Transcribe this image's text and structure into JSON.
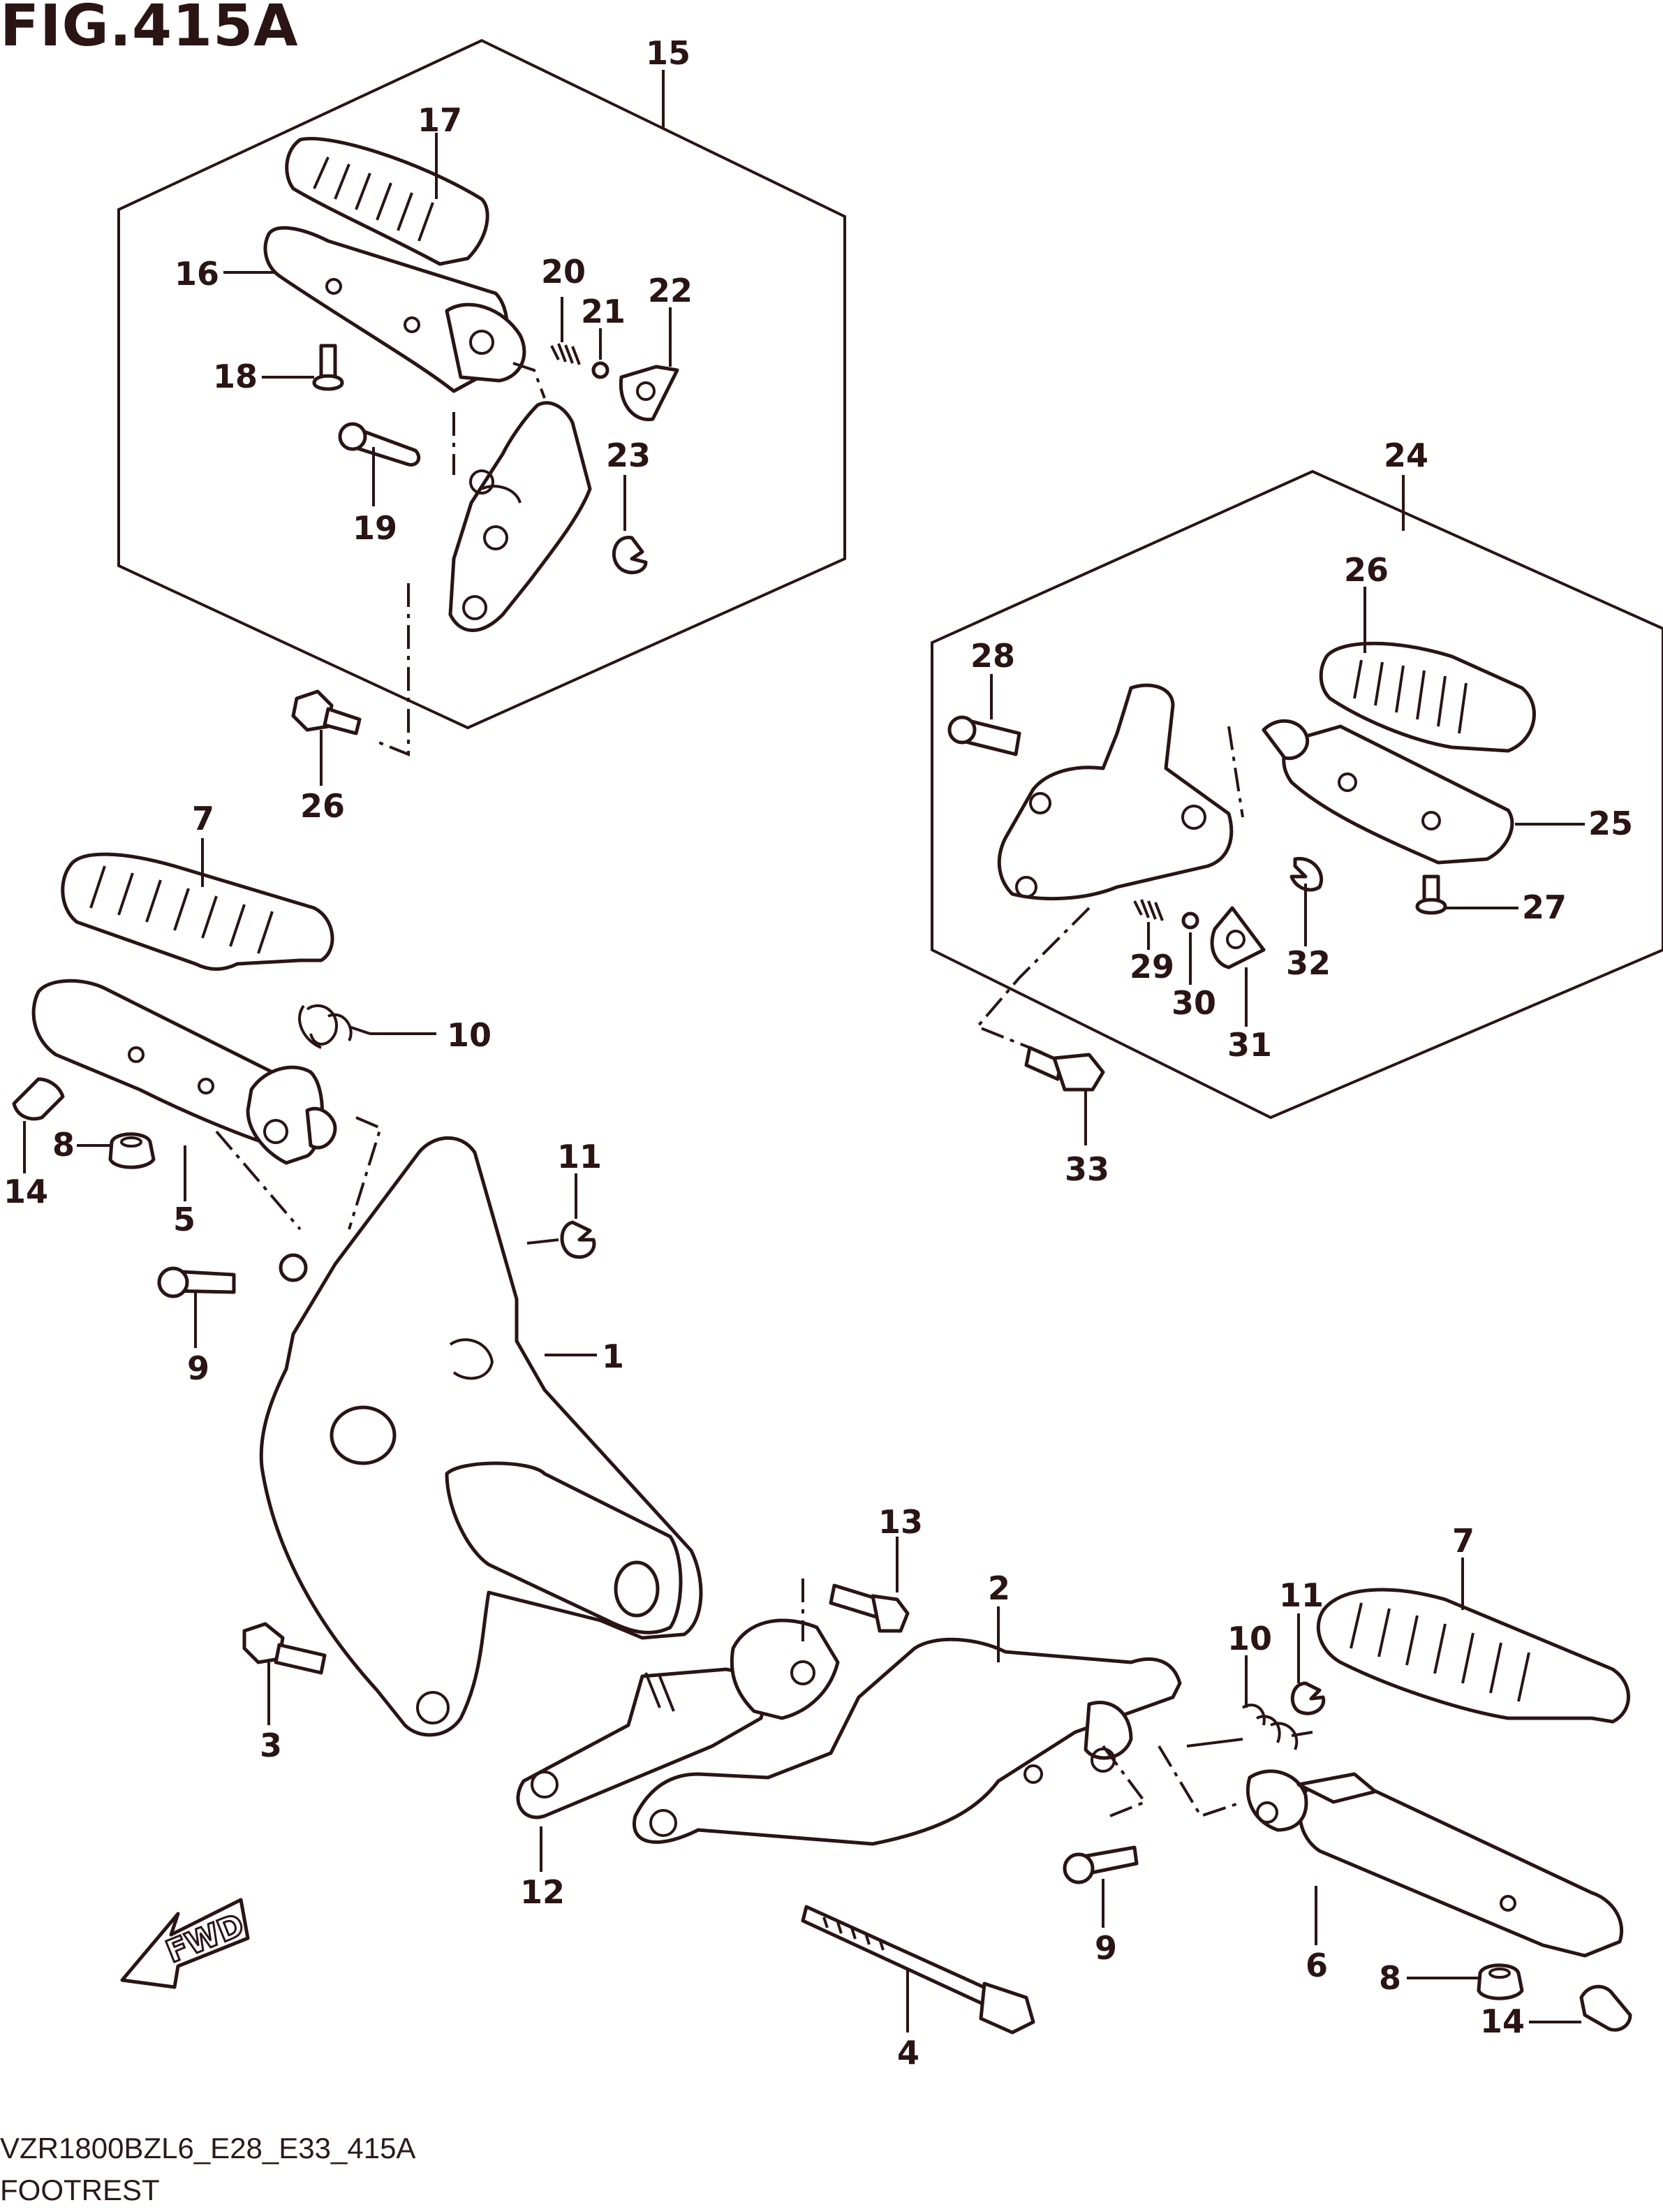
{
  "title": "FIG.415A",
  "footer": {
    "code": "VZR1800BZL6_E28_E33_415A",
    "name": "FOOTREST"
  },
  "fwd_label": "FWD",
  "callouts": [
    "15",
    "17",
    "16",
    "20",
    "21",
    "22",
    "18",
    "19",
    "23",
    "26",
    "24",
    "26",
    "28",
    "25",
    "27",
    "29",
    "30",
    "31",
    "32",
    "33",
    "7",
    "10",
    "11",
    "8",
    "14",
    "5",
    "9",
    "1",
    "3",
    "13",
    "2",
    "11",
    "10",
    "7",
    "12",
    "9",
    "6",
    "8",
    "14",
    "4"
  ],
  "colors": {
    "line": "#2a1414",
    "background": "#ffffff"
  }
}
